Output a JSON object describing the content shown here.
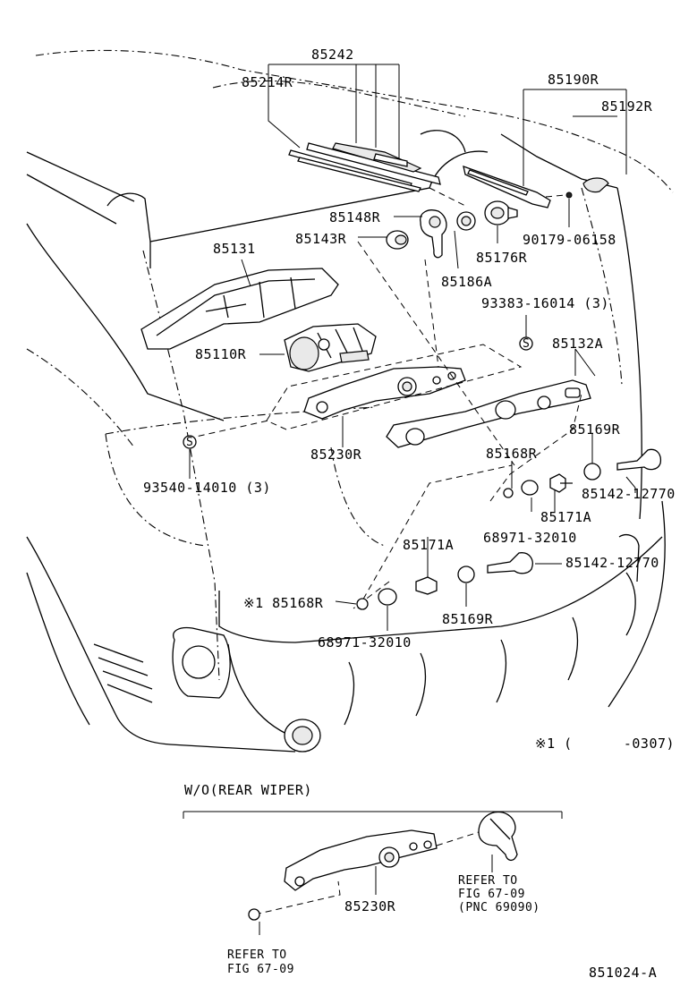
{
  "labels": {
    "p85242": "85242",
    "p85214R": "85214R",
    "p85190R": "85190R",
    "p85192R": "85192R",
    "p85148R": "85148R",
    "p85143R": "85143R",
    "p85131": "85131",
    "p85186A": "85186A",
    "p85176R": "85176R",
    "p90179_06158": "90179-06158",
    "p93383_16014": "93383-16014 (3)",
    "p85110R": "85110R",
    "p85132A": "85132A",
    "p85230R_top": "85230R",
    "p85169R_top": "85169R",
    "p93540_14010": "93540-14010 (3)",
    "p85168R_top": "85168R",
    "p85142_12770_top": "85142-12770",
    "p85171A_top": "85171A",
    "p68971_32010_top": "68971-32010",
    "p85171A_mid": "85171A",
    "p85142_12770_mid": "85142-12770",
    "p85168R_bottom": "※1 85168R",
    "p85169R_bottom": "85169R",
    "p68971_32010_bottom": "68971-32010",
    "footnote": "※1 (      -0307)",
    "wo_rear_wiper": "W/O(REAR WIPER)",
    "p85230R_inset": "85230R",
    "refer_to_1": "REFER TO",
    "fig_67_09_1": "FIG 67-09",
    "pnc_69090": "(PNC 69090)",
    "refer_to_2": "REFER TO",
    "fig_67_09_2": "FIG 67-09",
    "diagram_code": "851024-A",
    "fastener_mark": "S"
  }
}
